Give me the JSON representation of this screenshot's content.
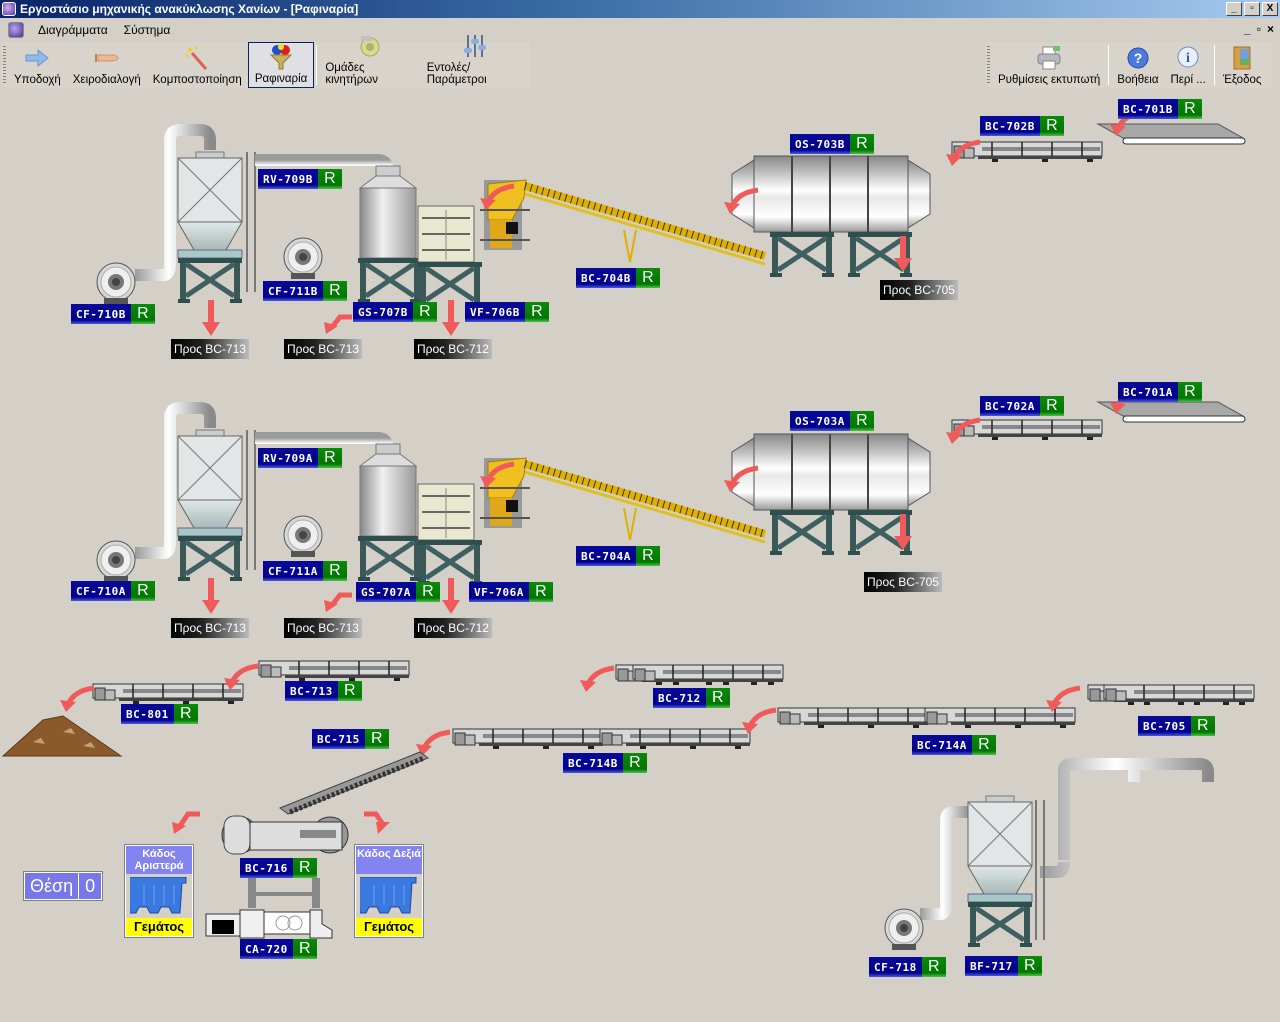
{
  "window": {
    "title": "Εργοστάσιο μηχανικής ανακύκλωσης Χανίων - [Ραφιναρία]",
    "controls": [
      "_",
      "▫",
      "X"
    ]
  },
  "menu": {
    "items": [
      "Διαγράμματα",
      "Σύστημα"
    ],
    "mdi_controls": [
      "_",
      "▫",
      "×"
    ]
  },
  "toolbar_left": [
    {
      "label": "Υποδοχή",
      "icon": "arrow-right-icon"
    },
    {
      "label": "Χειροδιαλογή",
      "icon": "hand-icon"
    },
    {
      "label": "Κομποστοποίηση",
      "icon": "magic-wand-icon"
    },
    {
      "label": "Ραφιναρία",
      "icon": "funnel-icon",
      "active": true
    },
    {
      "label": "Ομάδες κινητήρων",
      "icon": "motor-group-icon"
    },
    {
      "label": "Εντολές/Παράμετροι",
      "icon": "sliders-icon"
    }
  ],
  "toolbar_right": [
    {
      "label": "Ρυθμίσεις εκτυπωτή",
      "icon": "printer-icon"
    },
    {
      "label": "Βοήθεια",
      "icon": "help-icon"
    },
    {
      "label": "Περί ...",
      "icon": "info-icon"
    },
    {
      "label": "Έξοδος",
      "icon": "exit-door-icon"
    }
  ],
  "status_running": "R",
  "colors": {
    "tag_blue": "#00008b",
    "status_green": "#007700",
    "arrow_red": "#f05a5a",
    "bin_header": "#8484f0",
    "bin_full": "#ffff00",
    "background": "#d4d0c8"
  },
  "line_b": {
    "tags": {
      "bc701": "BC-701B",
      "bc702": "BC-702B",
      "os703": "OS-703B",
      "bc704": "BC-704B",
      "vf706": "VF-706B",
      "gs707": "GS-707B",
      "rv709": "RV-709B",
      "cf710": "CF-710B",
      "cf711": "CF-711B"
    },
    "destinations": {
      "to705": "Προς BC-705",
      "to713a": "Προς BC-713",
      "to713b": "Προς BC-713",
      "to712": "Προς BC-712"
    }
  },
  "line_a": {
    "tags": {
      "bc701": "BC-701A",
      "bc702": "BC-702A",
      "os703": "OS-703A",
      "bc704": "BC-704A",
      "vf706": "VF-706A",
      "gs707": "GS-707A",
      "rv709": "RV-709A",
      "cf710": "CF-710A",
      "cf711": "CF-711A"
    },
    "destinations": {
      "to705": "Προς BC-705",
      "to713a": "Προς BC-713",
      "to713b": "Προς BC-713",
      "to712": "Προς BC-712"
    }
  },
  "bottom": {
    "tags": {
      "bc801": "BC-801",
      "bc713": "BC-713",
      "bc712": "BC-712",
      "bc705": "BC-705",
      "bc715": "BC-715",
      "bc714b": "BC-714B",
      "bc714a": "BC-714A",
      "bc716": "BC-716",
      "ca720": "CA-720",
      "cf718": "CF-718",
      "bf717": "BF-717"
    },
    "position": {
      "label": "Θέση",
      "value": "0"
    },
    "bin_left": {
      "title": "Κάδος Αριστερά",
      "status": "Γεμάτος"
    },
    "bin_right": {
      "title": "Κάδος Δεξιά",
      "status": "Γεμάτος"
    }
  }
}
